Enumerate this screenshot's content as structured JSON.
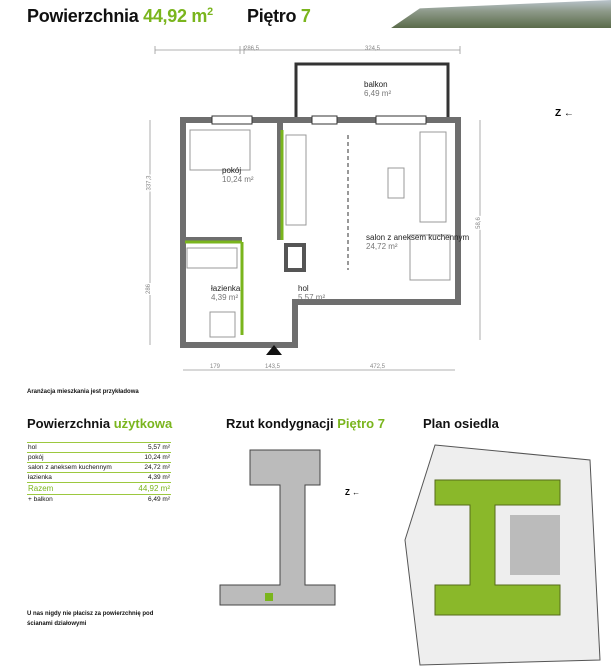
{
  "header": {
    "area_label": "Powierzchnia",
    "area_value": "44,92 m",
    "area_unit_sup": "2",
    "floor_label": "Piętro",
    "floor_value": "7"
  },
  "plan": {
    "dimensions_top": [
      "286,5",
      "5",
      "324,5"
    ],
    "dimensions_bottom": [
      "179",
      "143,5",
      "472,5"
    ],
    "dimensions_left": [
      "337,3",
      "286"
    ],
    "dimension_right": "58,6",
    "rooms": [
      {
        "name": "balkon",
        "area": "6,49 m²"
      },
      {
        "name": "pokój",
        "area": "10,24 m²"
      },
      {
        "name": "salon z aneksem kuchennym",
        "area": "24,72 m²"
      },
      {
        "name": "łazienka",
        "area": "4,39 m²"
      },
      {
        "name": "hol",
        "area": "5,57 m²"
      }
    ],
    "compass": "Z",
    "note": "Aranżacja mieszkania jest przykładowa"
  },
  "usable": {
    "title_a": "Powierzchnia",
    "title_b": "użytkowa",
    "rows": [
      {
        "name": "hol",
        "value": "5,57 m²"
      },
      {
        "name": "pokój",
        "value": "10,24 m²"
      },
      {
        "name": "salon z aneksem kuchennym",
        "value": "24,72 m²"
      },
      {
        "name": "łazienka",
        "value": "4,39 m²"
      }
    ],
    "total_label": "Razem",
    "total_value": "44,92 m²",
    "balcony_label": "+ balkon",
    "balcony_value": "6,49 m²"
  },
  "floorplan_section": {
    "title_a": "Rzut kondygnacji",
    "title_b": "Piętro 7",
    "compass": "Z"
  },
  "estate_section": {
    "title": "Plan osiedla"
  },
  "footnote": {
    "line1": "U nas nigdy nie płacisz za powierzchnię pod",
    "line2": "ścianami działowymi"
  },
  "colors": {
    "accent": "#7ab51d",
    "wall": "#6e6e6e"
  }
}
